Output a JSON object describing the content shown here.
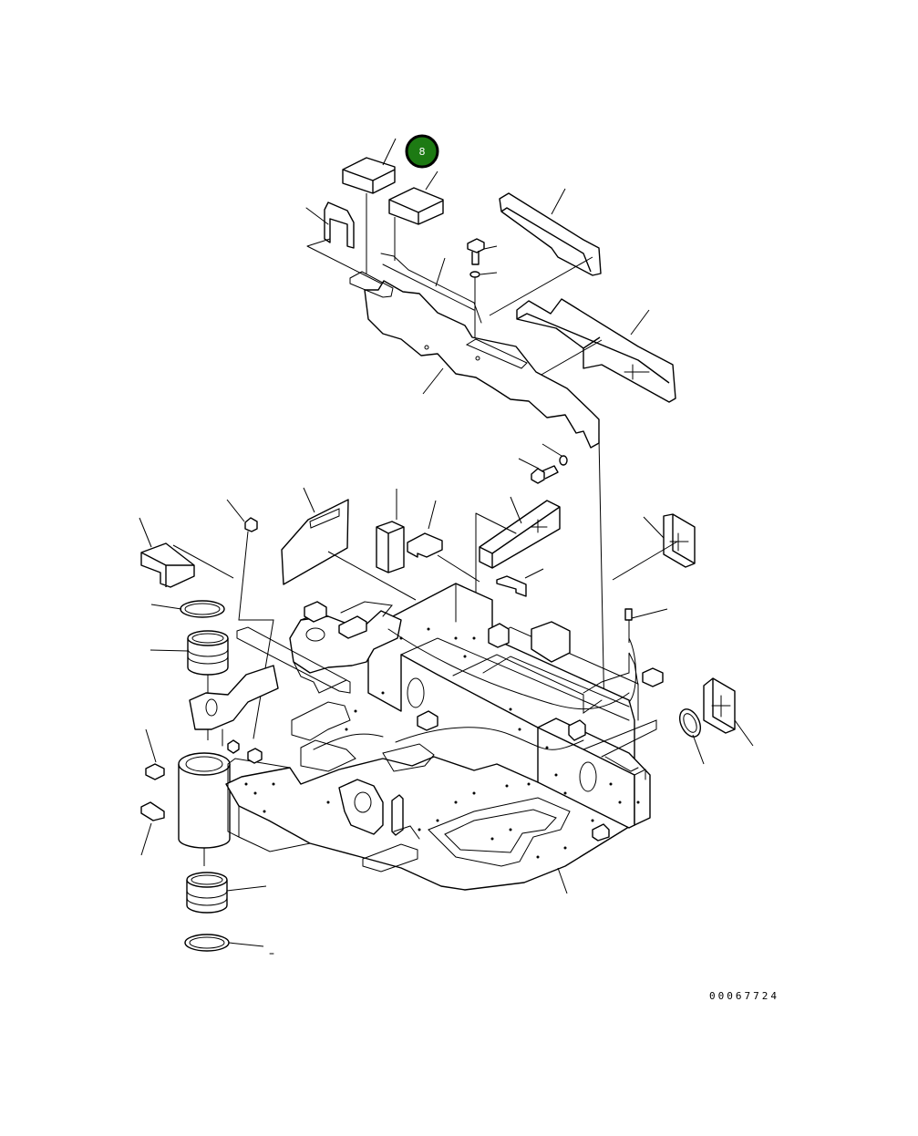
{
  "callout": {
    "label": "8",
    "color": "#1d7a13"
  },
  "drawing_ref": "00067724",
  "icons": [
    "parts-exploded-diagram"
  ]
}
